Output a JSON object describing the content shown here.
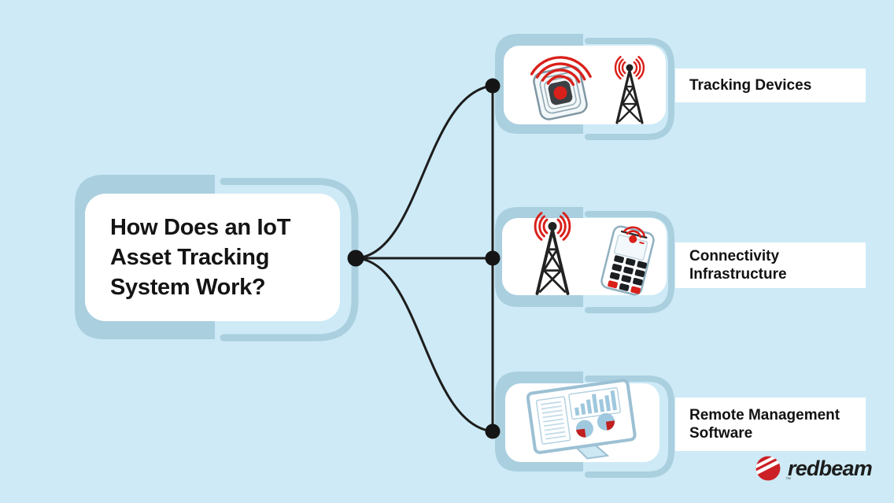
{
  "title": {
    "text": "How Does an IoT Asset Tracking System Work?",
    "lines": [
      "How Does an IoT",
      "Asset Tracking",
      "System Work?"
    ]
  },
  "branches": [
    {
      "label": "Tracking Devices",
      "icons": [
        "rfid-tag-icon",
        "radio-tower-icon"
      ]
    },
    {
      "label": "Connectivity Infrastructure",
      "icons": [
        "radio-tower-icon",
        "handheld-reader-icon"
      ]
    },
    {
      "label": "Remote Management Software",
      "icons": [
        "dashboard-monitor-icon"
      ]
    }
  ],
  "logo": {
    "text": "redbeam",
    "tm": "™",
    "icon": "redbeam-swoosh-icon"
  },
  "colors": {
    "background": "#cdeaf6",
    "frame_blue": "#aacfdf",
    "card_white": "#ffffff",
    "text_dark": "#141414",
    "accent_red": "#d9201a",
    "connector_black": "#1d1d1d",
    "logo_red": "#cb2026"
  }
}
